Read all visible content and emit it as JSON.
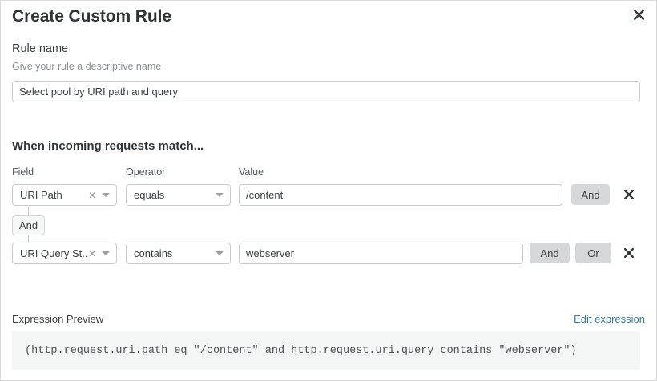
{
  "modal": {
    "title": "Create Custom Rule",
    "close_icon": "close-icon"
  },
  "rule_name": {
    "label": "Rule name",
    "help": "Give your rule a descriptive name",
    "value": "Select pool by URI path and query",
    "placeholder": ""
  },
  "match_section": {
    "heading": "When incoming requests match...",
    "columns": {
      "field": "Field",
      "operator": "Operator",
      "value": "Value"
    },
    "connector_label": "And",
    "rows": [
      {
        "field": "URI Path",
        "clear_icon": "clear-icon",
        "caret_icon": "chevron-down-icon",
        "operator": "equals",
        "value": "/content",
        "and_label": "And",
        "or_label": "",
        "delete_icon": "close-icon"
      },
      {
        "field": "URI Query St...",
        "clear_icon": "clear-icon",
        "caret_icon": "chevron-down-icon",
        "operator": "contains",
        "value": "webserver",
        "and_label": "And",
        "or_label": "Or",
        "delete_icon": "close-icon"
      }
    ]
  },
  "expression": {
    "label": "Expression Preview",
    "edit_link": "Edit expression",
    "text": "(http.request.uri.path eq \"/content\" and http.request.uri.query contains \"webserver\")"
  },
  "colors": {
    "link": "#3a7ca5",
    "button_gray": "#d6d7d8",
    "border": "#c9cbcd",
    "code_bg": "#f4f5f5"
  }
}
